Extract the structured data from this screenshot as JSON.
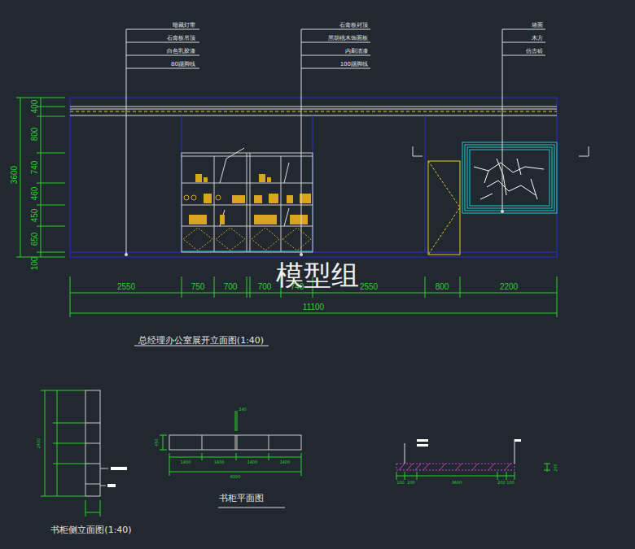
{
  "diagram": {
    "title": "总经理办公室展开立面图(1:40)",
    "labels": [
      "暗藏灯带",
      "石膏板吊顶",
      "白色乳胶漆",
      "80踢脚线",
      "石膏板封顶",
      "黑胡桃木饰面板",
      "内刷清漆",
      "100踢脚线",
      "墙面",
      "木方",
      "仿古砖",
      "400",
      "800",
      "740",
      "460",
      "450",
      "650",
      "100",
      "3600",
      "2550",
      "750",
      "700",
      "700",
      "740",
      "2550",
      "800",
      "2200",
      "11100",
      "模型组",
      "书柜平面图",
      "书柜侧立面图(1:40)",
      "2400",
      "1400",
      "1400",
      "1400",
      "1400",
      "6000",
      "240",
      "450",
      "100",
      "200",
      "3600",
      "200",
      "100",
      "200"
    ]
  }
}
